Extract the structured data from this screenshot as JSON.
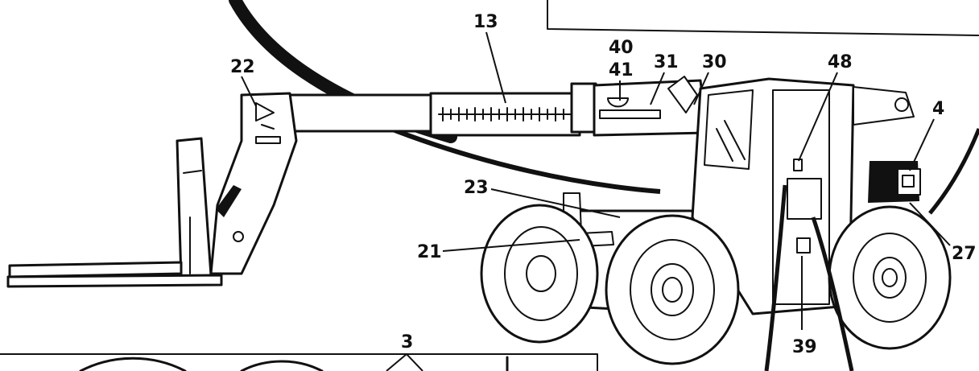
{
  "diagram": {
    "callouts": [
      {
        "id": "13",
        "text": "13"
      },
      {
        "id": "22",
        "text": "22"
      },
      {
        "id": "40",
        "text": "40"
      },
      {
        "id": "41",
        "text": "41"
      },
      {
        "id": "31",
        "text": "31"
      },
      {
        "id": "30",
        "text": "30"
      },
      {
        "id": "48",
        "text": "48"
      },
      {
        "id": "4",
        "text": "4"
      },
      {
        "id": "23",
        "text": "23"
      },
      {
        "id": "21",
        "text": "21"
      },
      {
        "id": "27",
        "text": "27"
      },
      {
        "id": "39",
        "text": "39"
      },
      {
        "id": "3",
        "text": "3"
      }
    ],
    "colors": {
      "ink": "#111111",
      "paper": "#ffffff"
    }
  }
}
